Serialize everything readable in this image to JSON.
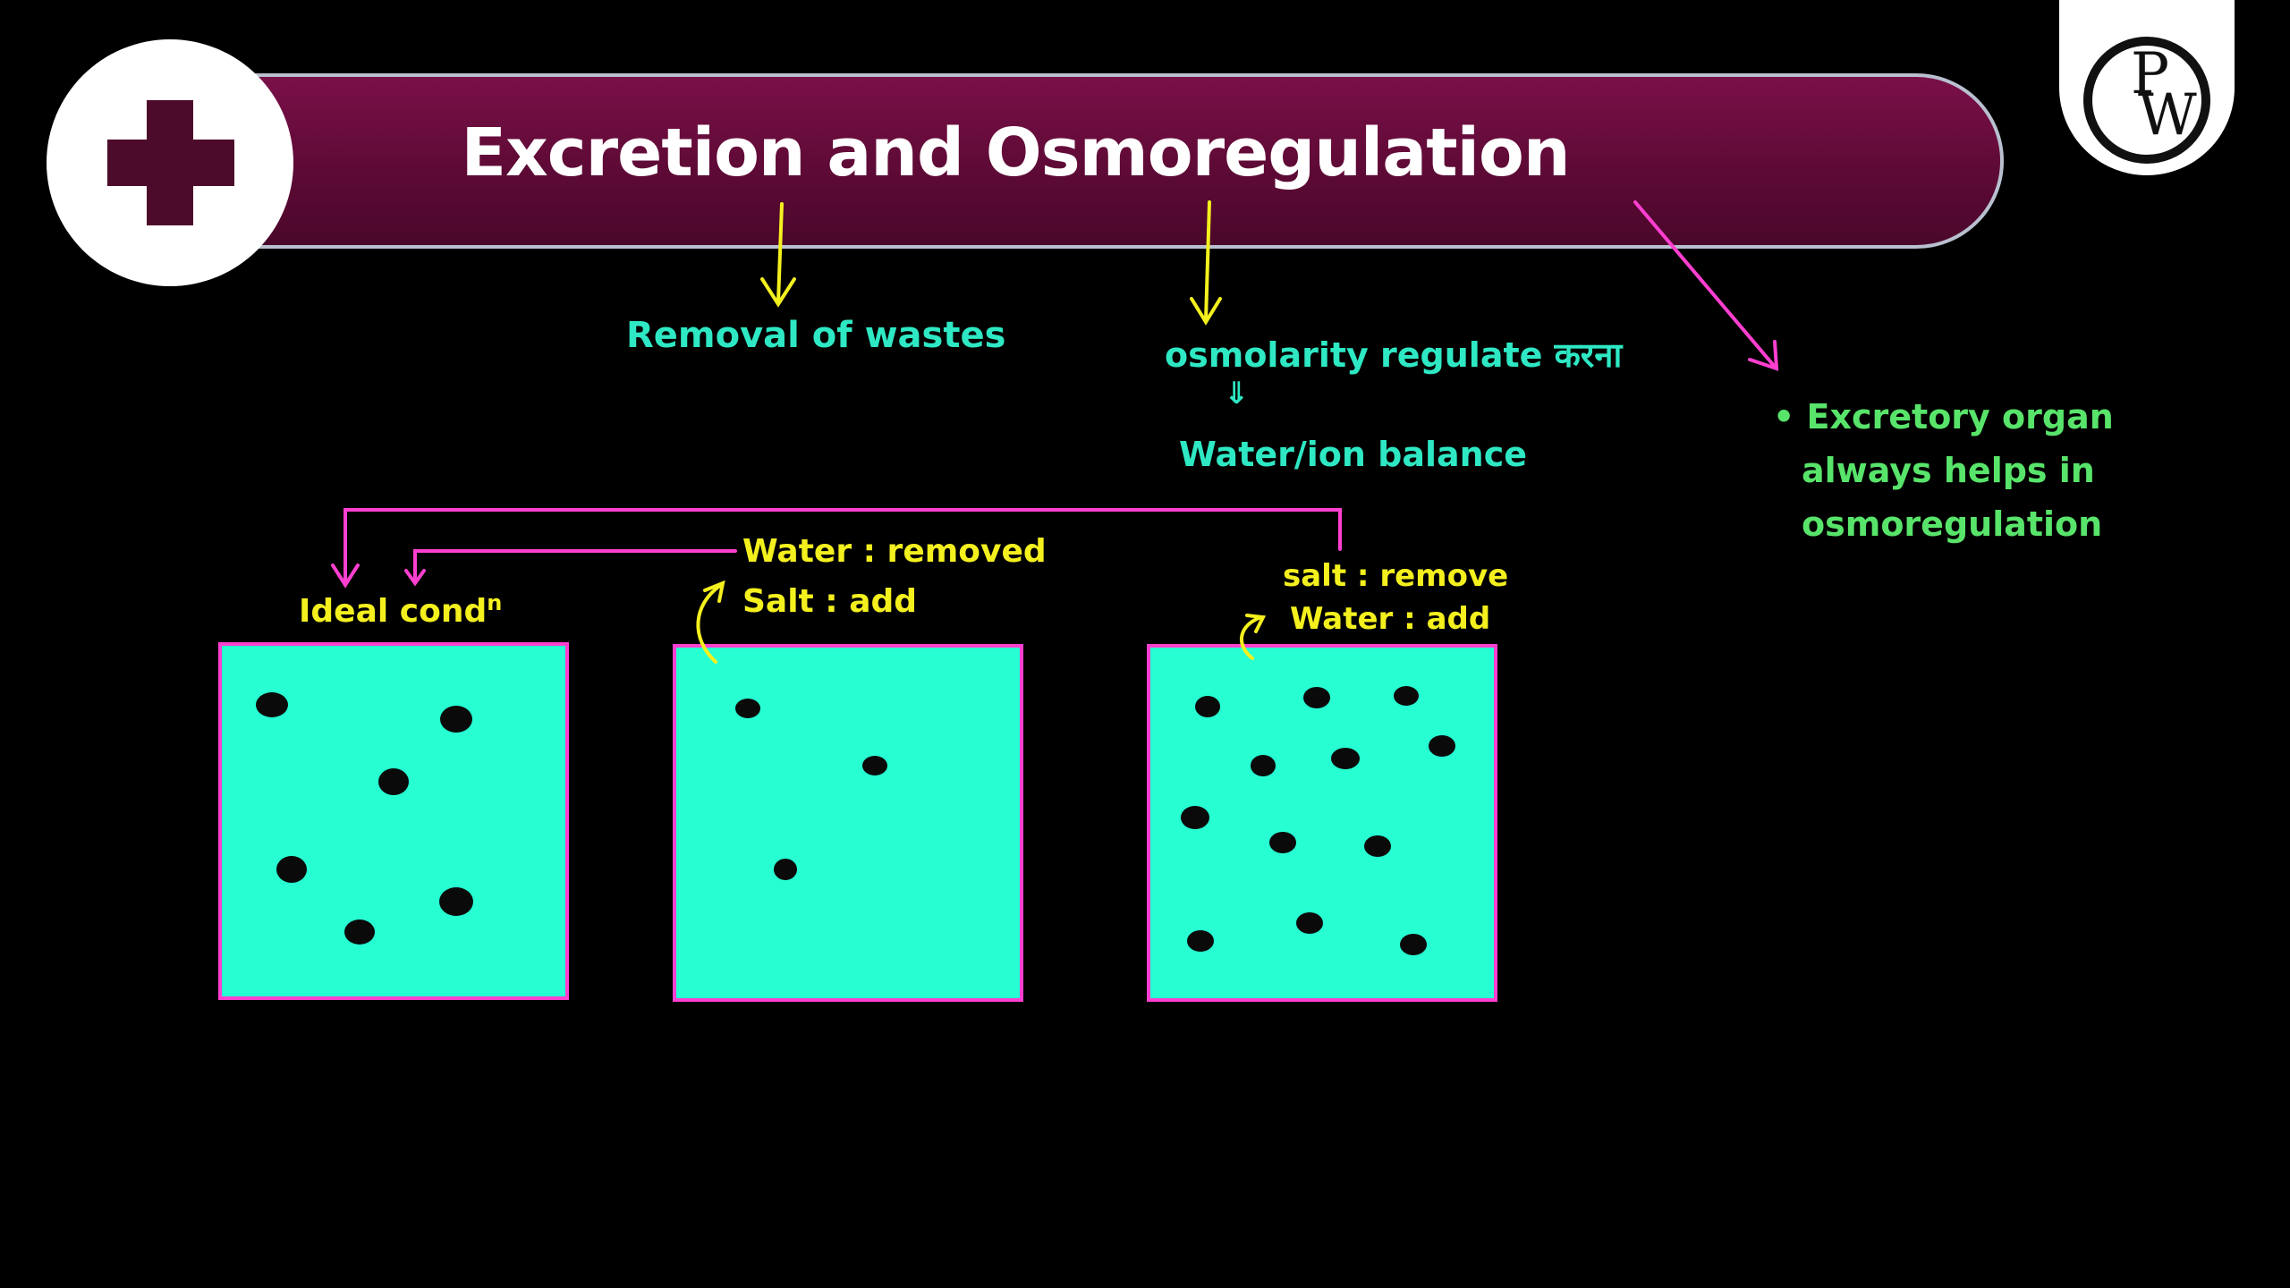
{
  "header": {
    "title": "Excretion and Osmoregulation",
    "logo_text": "PW",
    "colors": {
      "bar": "#5e0a36",
      "bar_border": "#b9c0d0",
      "plus": "#4d0b2b"
    }
  },
  "notes": {
    "removal": "Removal of wastes",
    "osmolarity": "osmolarity regulate करना",
    "down_arrow": "⇓",
    "water_ion": "Water/ion balance",
    "excretory": [
      "• Excretory organ",
      "always helps in",
      "osmoregulation"
    ]
  },
  "boxes": [
    {
      "label": "Ideal cond",
      "label_sup": "n",
      "lines": []
    },
    {
      "label": "",
      "lines": [
        "Water : removed",
        "Salt : add"
      ]
    },
    {
      "label": "",
      "lines": [
        "salt : remove",
        "Water : add"
      ]
    }
  ],
  "colors": {
    "cyan_text": "#2ee8c4",
    "yellow_text": "#f4f01e",
    "green_text": "#58e46a",
    "box_fill": "#27ffd3",
    "box_border": "#ff3fd0",
    "arrow_yellow": "#f4f01e",
    "arrow_pink": "#ff3fd0"
  }
}
